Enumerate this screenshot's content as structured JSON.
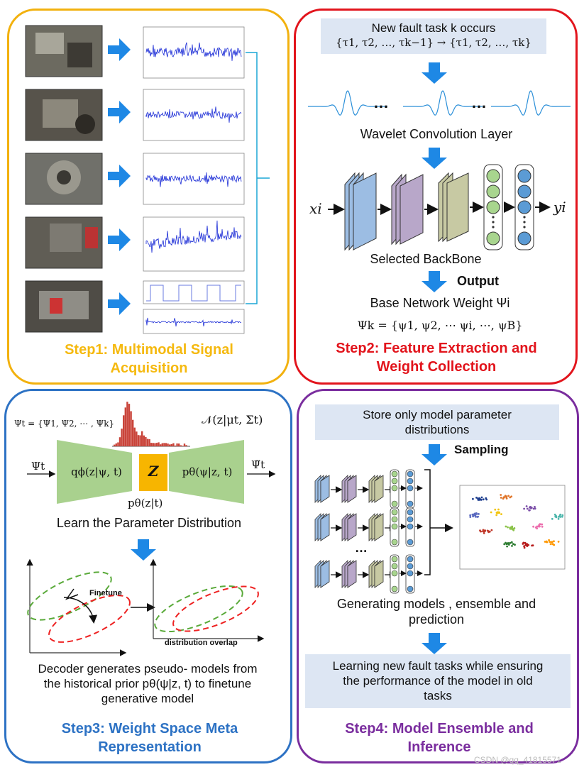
{
  "step1": {
    "title_line1": "Step1: Multimodal Signal",
    "title_line2": "Acquisition"
  },
  "step2": {
    "new_task_line1": "New fault task k occurs",
    "new_task_line2": "{τ1, τ2, …, τk−1} → {τ1, τ2, …, τk}",
    "ellipsis_1": "…",
    "ellipsis_2": "…",
    "wavelet_label": "Wavelet Convolution Layer",
    "input_label": "xi",
    "output_node_label": "yi",
    "backbone_label": "Selected BackBone",
    "output_label": "Output",
    "weight_label": "Base Network Weight Ψi",
    "weight_set": "Ψk = {ψ1, ψ2, ⋯ ψi, ⋯, ψB}",
    "title_line1": "Step2: Feature Extraction and",
    "title_line2": "Weight Collection"
  },
  "step3": {
    "psi_set": "Ψt = {Ψ1, Ψ2, ⋯ , Ψk}",
    "normal_dist": "𝒩(z|μt, Σt)",
    "input_psi": "Ψt",
    "encoder": "qϕ(z|ψ, t)",
    "latent": "Z",
    "decoder": "pθ(ψ|z, t)",
    "output_psi": "Ψ̃t",
    "prior": "pθ(z|t)",
    "learn_label": "Learn the Parameter Distribution",
    "finetune_label": "Finetune",
    "overlap_label": "distribution overlap",
    "decoder_text_line1": "Decoder generates pseudo- models from",
    "decoder_text_line2": "the historical prior pθ(ψ|z, t) to finetune",
    "decoder_text_line3": "generative model",
    "title_line1": "Step3: Weight Space Meta",
    "title_line2": "Representation"
  },
  "step4": {
    "store_line1": "Store only model parameter",
    "store_line2": "distributions",
    "sampling_label": "Sampling",
    "ellipsis": "…",
    "generating_line1": "Generating models , ensemble and",
    "generating_line2": "prediction",
    "learning_line1": "Learning new fault tasks while ensuring",
    "learning_line2": "the performance of the model in old",
    "learning_line3": "tasks",
    "title_line1": "Step4: Model Ensemble and",
    "title_line2": "Inference"
  },
  "watermark": "CSDN @qq_41815571",
  "colors": {
    "step1": "#f5b90f",
    "step2": "#e2141c",
    "step3": "#2d72c4",
    "step4": "#7a2d9e",
    "arrow": "#1e88e5",
    "box_bg": "#dde6f3"
  }
}
